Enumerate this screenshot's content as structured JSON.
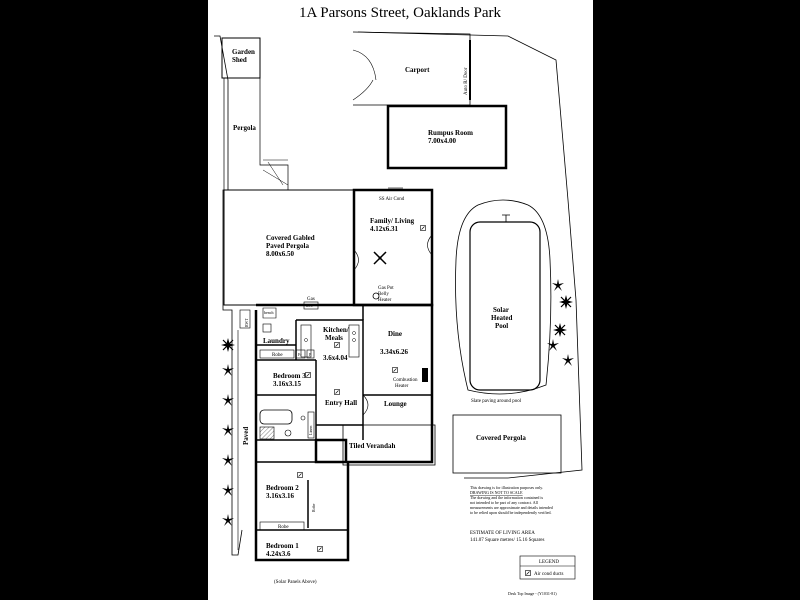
{
  "title": "1A Parsons Street,  Oaklands Park",
  "rooms": {
    "garden_shed_1": "Garden",
    "garden_shed_2": "Shed",
    "carport": "Carport",
    "auto_door": "Auto R/ Door",
    "pergola": "Pergola",
    "rumpus_name": "Rumpus Room",
    "rumpus_size": "7.00x4.00",
    "ss_air_cond": "SS Air Cond",
    "family_name": "Family/ Living",
    "family_size": "4.12x6.31",
    "covered_gabled_1": "Covered Gabled",
    "covered_gabled_2": "Paved Pergola",
    "covered_gabled_size": "8.00x6.50",
    "gas_pot_1": "Gas Pot",
    "gas_pot_2": "Belly",
    "gas_pot_3": "Heater",
    "gas": "Gas",
    "hws": "hws",
    "bench": "bench",
    "rwt": "RWT",
    "laundry": "Laundry",
    "kitchen_1": "Kitchen/",
    "kitchen_2": "Meals",
    "kitchen_size": "3.6x4.04",
    "dine": "Dine",
    "dine_size": "3.34x6.26",
    "robe_1": "Robe",
    "fr": "Fr",
    "p": "P",
    "bedroom3_name": "Bedroom 3",
    "bedroom3_size": "3.16x3.15",
    "combustion_1": "Combustion",
    "combustion_2": "Heater",
    "entry_hall": "Entry Hall",
    "lounge": "Lounge",
    "linen": "Linen",
    "paved": "Paved",
    "tiled_verandah": "Tiled Verandah",
    "pool_1": "Solar",
    "pool_2": "Heated",
    "pool_3": "Pool",
    "slate_paving": "Slate paving around pool",
    "covered_pergola": "Covered Pergola",
    "bedroom2_name": "Bedroom 2",
    "bedroom2_size": "3.16x3.16",
    "robe_2": "Robe",
    "robe_3": "Robe",
    "bedroom1_name": "Bedroom 1",
    "bedroom1_size": "4.24x3.6",
    "solar_panels": "(Solar Panels Above)"
  },
  "disclaimer": {
    "line1": "This drawing is for illustration purposes only.",
    "line2": "DRAWING IS NOT TO SCALE",
    "line3": "The drawing and the information contained is",
    "line4": "not intended to be part of any contract.  All",
    "line5": "measurements are approximate and details intended",
    "line6": "to be relied upon should be independently verified."
  },
  "estimate": {
    "heading": "ESTIMATE OF LIVING AREA",
    "value": "141.07 Square metres/  15.16 Squares"
  },
  "legend": {
    "title": "LEGEND",
    "item": "Air cond ducts"
  },
  "footer": "Desk Top Image - (Y1031-81)"
}
